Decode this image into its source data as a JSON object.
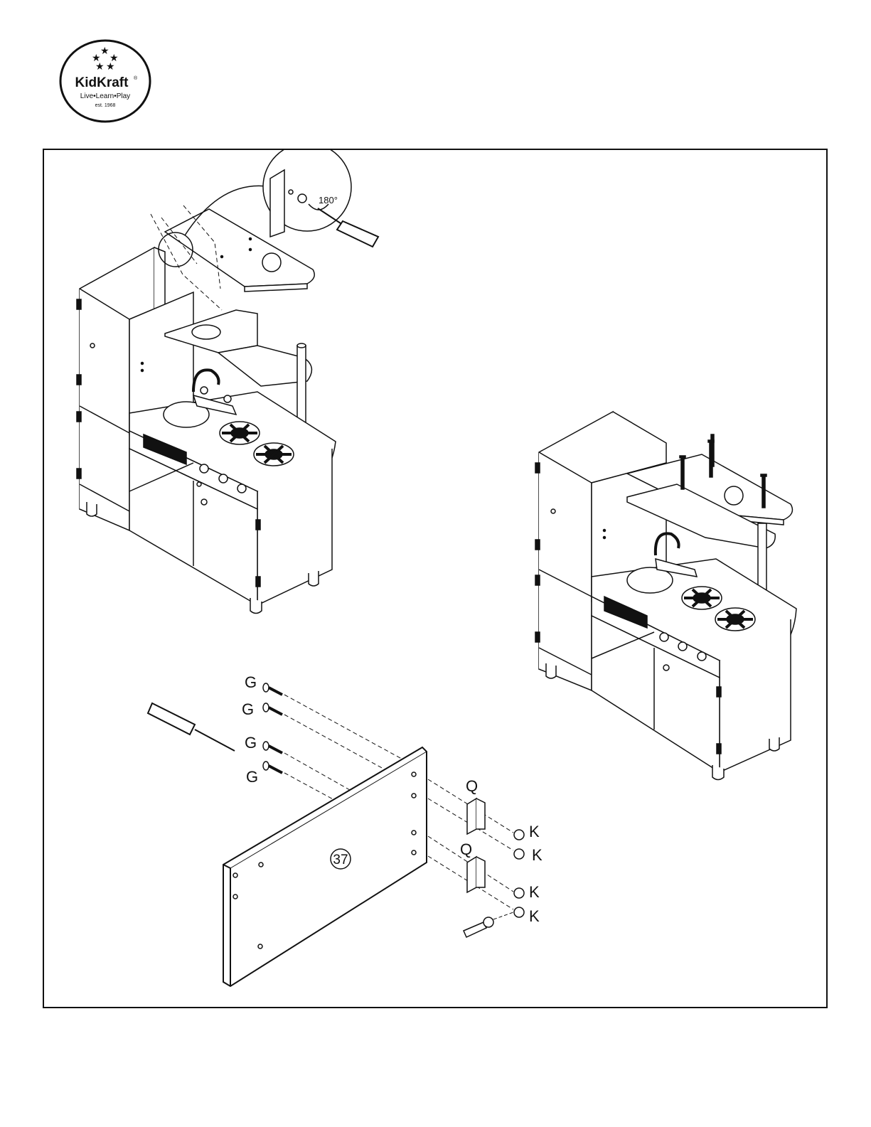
{
  "logo": {
    "brand": "KidKraft",
    "registered": "®",
    "tagline": "Live•Learn•Play",
    "established": "est. 1968"
  },
  "callout": {
    "rotation_label": "180°"
  },
  "hardware": {
    "screw_letter": "G",
    "bracket_letter": "Q",
    "nut_letter": "K"
  },
  "panel": {
    "part_number": "37"
  },
  "colors": {
    "ink": "#111111",
    "paper": "#ffffff",
    "shade": "#555555"
  }
}
